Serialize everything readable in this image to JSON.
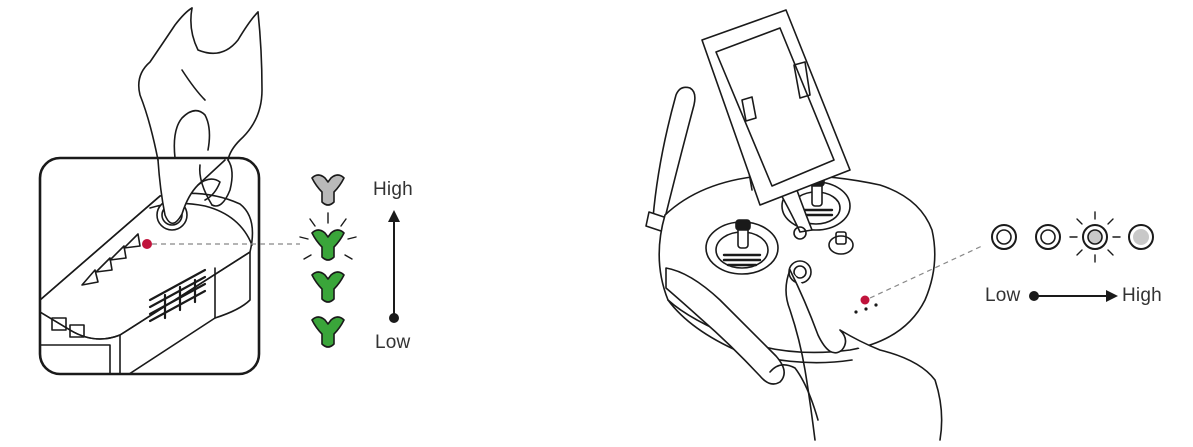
{
  "battery_panel": {
    "scale_high": "High",
    "scale_low": "Low",
    "indicator_states": [
      "off",
      "blinking",
      "on",
      "on"
    ],
    "colors": {
      "led_on": "#3aa53a",
      "led_off": "#b9b9b9",
      "power_dot": "#c0143c",
      "line": "#1a1a1a"
    }
  },
  "controller_panel": {
    "scale_low": "Low",
    "scale_high": "High",
    "led_states": [
      "off",
      "off",
      "blinking",
      "on"
    ],
    "colors": {
      "led_on": "#c8c8c8",
      "power_dot": "#c0143c",
      "line": "#1a1a1a"
    }
  }
}
